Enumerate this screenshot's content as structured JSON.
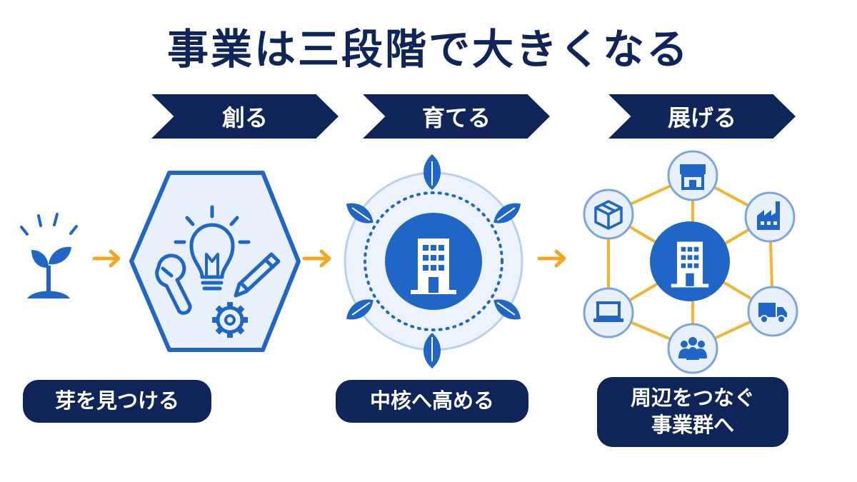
{
  "title": "事業は三段階で大きくなる",
  "stages": [
    {
      "label": "創る",
      "caption": "芽を見つける"
    },
    {
      "label": "育てる",
      "caption": "中核へ高める"
    },
    {
      "label": "展げる",
      "caption_line1": "周辺をつなぐ",
      "caption_line2": "事業群へ"
    }
  ],
  "icons": {
    "stage1": [
      "sprout-icon",
      "lightbulb-icon",
      "wrench-icon",
      "pencil-icon",
      "gear-icon"
    ],
    "stage2": [
      "building-icon",
      "leaf-icon"
    ],
    "stage3": [
      "building-icon",
      "store-icon",
      "factory-icon",
      "truck-icon",
      "people-icon",
      "laptop-icon",
      "box-icon"
    ]
  },
  "colors": {
    "navy": "#0f2459",
    "blue": "#1f66c6",
    "light_blue": "#e8f0fb",
    "orange": "#f2a81d"
  }
}
